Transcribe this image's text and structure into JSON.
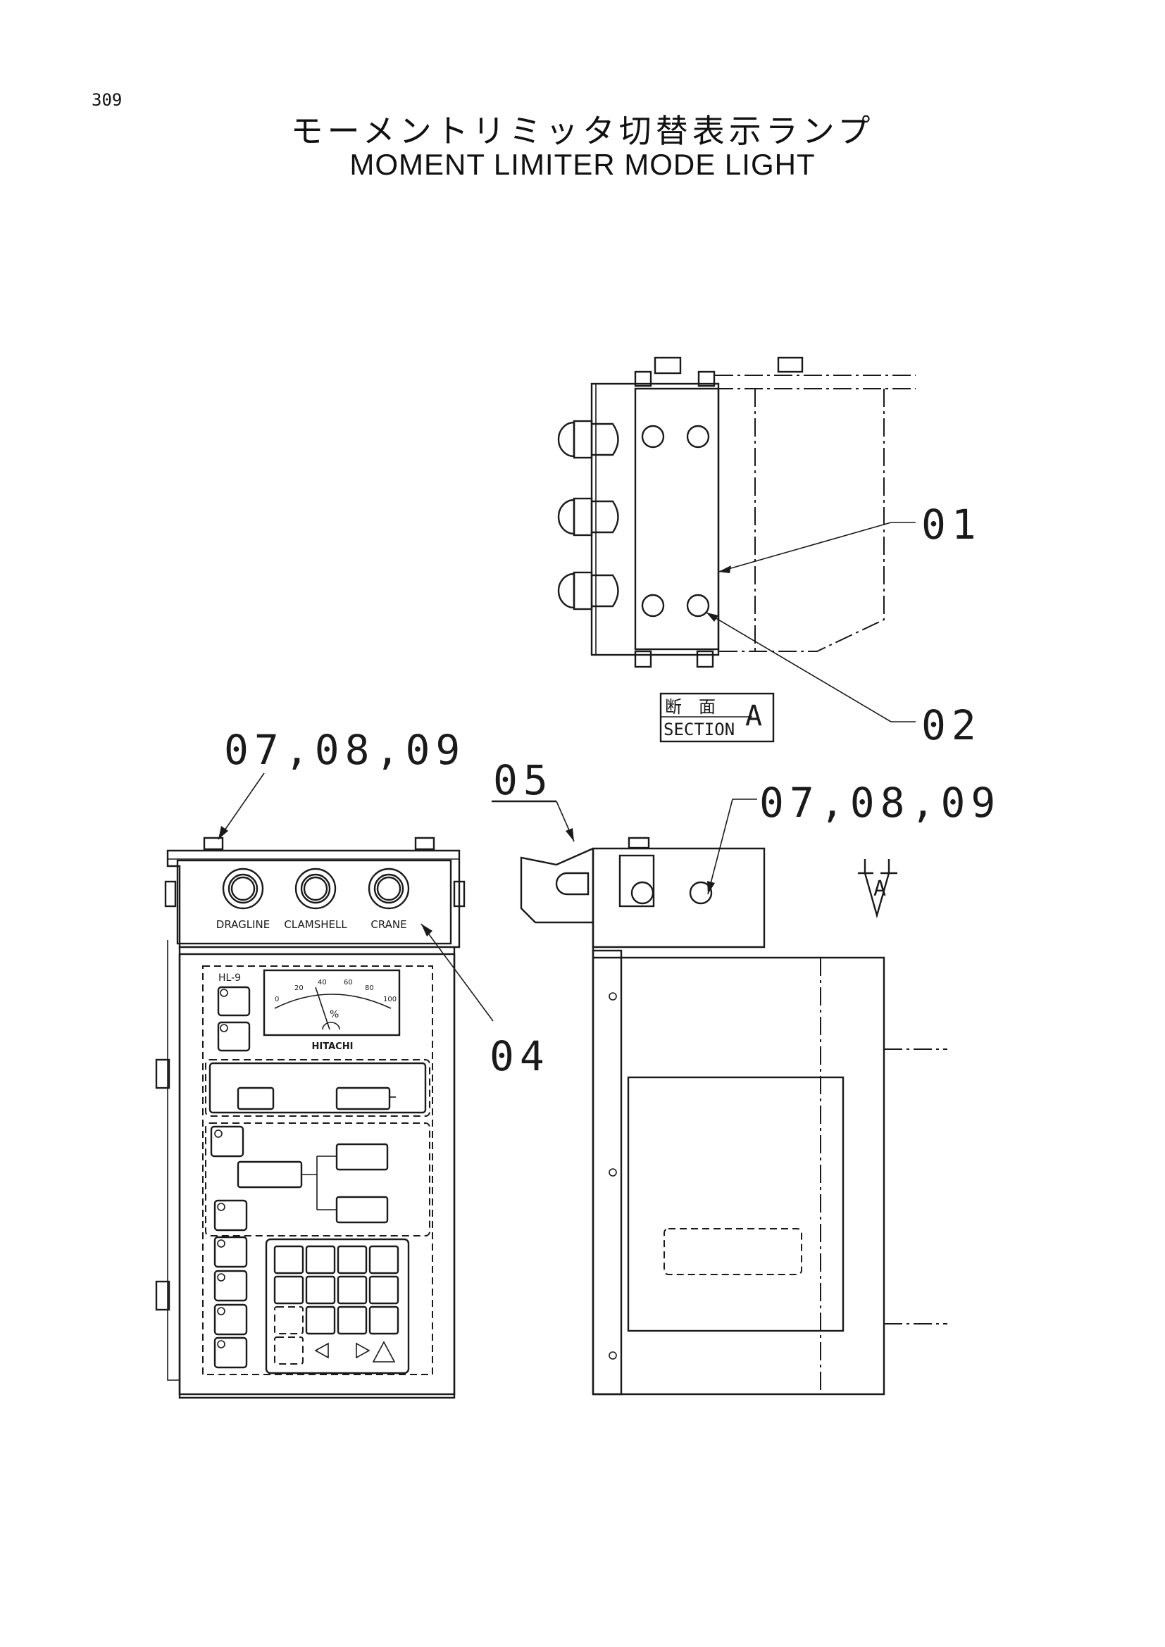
{
  "page": {
    "number": "309"
  },
  "title": {
    "japanese": "モーメントリミッタ切替表示ランプ",
    "english": "MOMENT LIMITER MODE LIGHT"
  },
  "callouts": {
    "part_01": "01",
    "part_02": "02",
    "part_04": "04",
    "part_05": "05",
    "parts_07_08_09_left": "07,08,09",
    "parts_07_08_09_right": "07,08,09"
  },
  "section_label": {
    "kanji": "断　面",
    "letter": "A",
    "word": "SECTION"
  },
  "view_arrow": {
    "letter": "A"
  },
  "lamp_labels": [
    "DRAGLINE",
    "CLAMSHELL",
    "CRANE"
  ],
  "controller": {
    "model": "HL-9",
    "brand": "HITACHI",
    "gauge_ticks": [
      "0",
      "20",
      "40",
      "60",
      "80",
      "100"
    ],
    "gauge_unit": "%"
  }
}
